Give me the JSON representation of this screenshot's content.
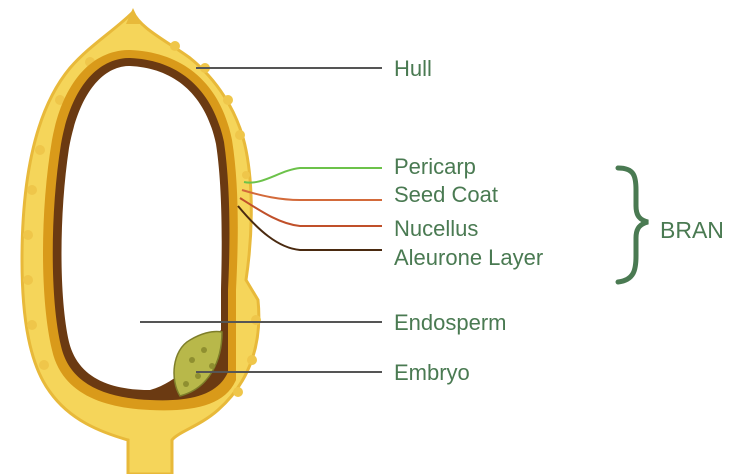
{
  "colors": {
    "hull": "#f5d55a",
    "hull_edge": "#e8b93a",
    "kernel_ring": "#d99a1a",
    "aleurone": "#6b3a12",
    "endosperm": "#ffffff",
    "embryo": "#b8b84a",
    "label_text": "#4a7a52",
    "leader_line": "#555555",
    "pericarp_line": "#6cc24a",
    "seed_coat_line": "#d36a3a",
    "nucellus_line": "#c0502a",
    "aleurone_line": "#4a2a10"
  },
  "labels": {
    "hull": "Hull",
    "pericarp": "Pericarp",
    "seed_coat": "Seed Coat",
    "nucellus": "Nucellus",
    "aleurone_layer": "Aleurone Layer",
    "endosperm": "Endosperm",
    "embryo": "Embryo"
  },
  "bran_group": {
    "label": "BRAN",
    "members": [
      "Pericarp",
      "Seed Coat",
      "Nucellus",
      "Aleurone Layer"
    ]
  }
}
